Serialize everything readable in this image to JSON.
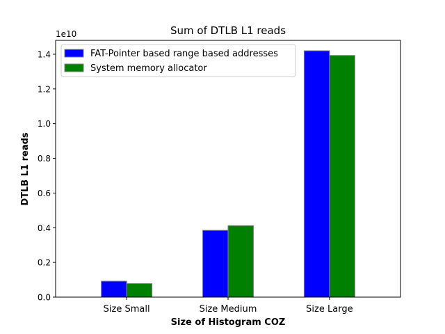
{
  "chart_data": {
    "type": "bar",
    "title": "Sum of DTLB L1 reads",
    "xlabel": "Size of Histogram COZ",
    "ylabel": "DTLB L1 reads",
    "y_multiplier_label": "1e10",
    "categories": [
      "Size Small",
      "Size Medium",
      "Size Large"
    ],
    "series": [
      {
        "name": "FAT-Pointer based range based addresses",
        "color": "#0000ff",
        "values": [
          0.092,
          0.385,
          1.42
        ]
      },
      {
        "name": "System memory allocator",
        "color": "#008000",
        "values": [
          0.078,
          0.412,
          1.393
        ]
      }
    ],
    "ylim": [
      0,
      1.48
    ],
    "yticks": [
      "0.0",
      "0.2",
      "0.4",
      "0.6",
      "0.8",
      "1.0",
      "1.2",
      "1.4"
    ],
    "legend_position": "top-left",
    "grid": false,
    "bar_edge_color": "#808080"
  }
}
